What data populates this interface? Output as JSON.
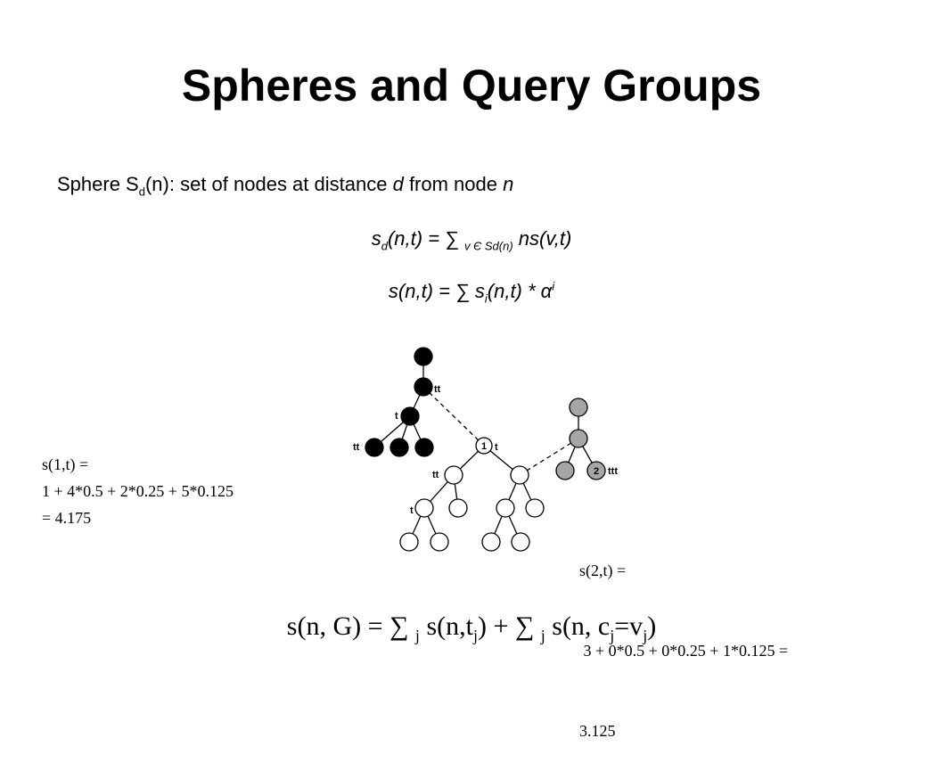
{
  "title": "Spheres and Query Groups",
  "definition": {
    "prefix": "Sphere S",
    "sub": "d",
    "middle": "(n): set of nodes at distance ",
    "var_d": "d",
    "middle2": " from node ",
    "var_n": "n"
  },
  "eq1": {
    "a": "s",
    "a_sub": "d",
    "b": "(n,t) = ∑ ",
    "range": "v Є Sd(n)",
    "c": " ns(v,t)"
  },
  "eq2": {
    "a": "s(n,t) = ∑ s",
    "a_sub": "i",
    "b": "(n,t) * α",
    "sup": "i"
  },
  "calc_left": {
    "line1": "s(1,t) =",
    "line2": "1 + 4*0.5 + 2*0.25 + 5*0.125",
    "line3": "= 4.175"
  },
  "calc_right": {
    "line1": "s(2,t) =",
    "line2": " 3 + 0*0.5 + 0*0.25 + 1*0.125 =",
    "line3": "3.125"
  },
  "formula": {
    "p1": "s(n, G) = ∑ ",
    "j1": "j",
    "p2": " s(n,t",
    "j2": "j",
    "p3": ") + ∑ ",
    "j3": "j",
    "p4": " s(n, c",
    "j4": "j",
    "p5": "=v",
    "j5": "j",
    "p6": ")"
  },
  "tree": {
    "node_labels": [
      "1",
      "2"
    ],
    "edge_labels": [
      "tt",
      "t",
      "tt",
      "t",
      "tt",
      "t",
      "ttt"
    ],
    "colors": {
      "black": "#000000",
      "gray": "#a6a6a6",
      "white": "#ffffff"
    }
  }
}
